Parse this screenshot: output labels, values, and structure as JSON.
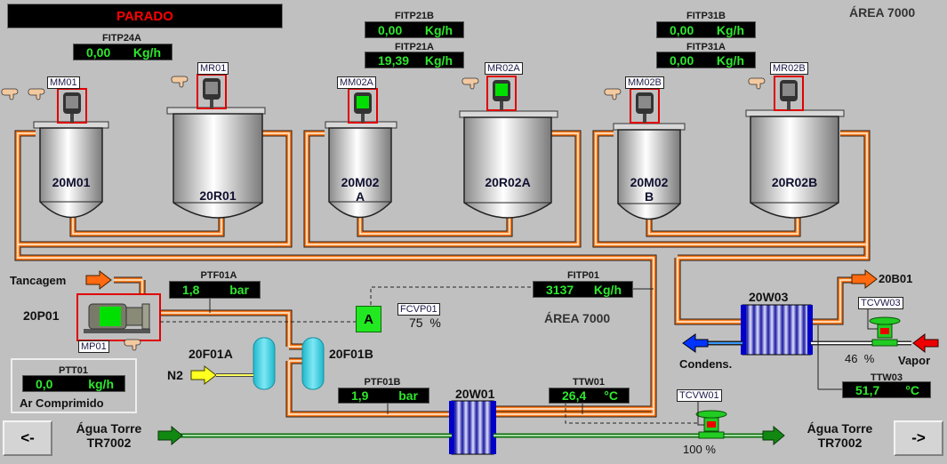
{
  "status": {
    "text": "PARADO",
    "color": "#ff0000"
  },
  "area_title": "ÁREA 7000",
  "area_label_center": "ÁREA 7000",
  "flow_indicators": [
    {
      "tag": "FITP24A",
      "value": "0,00",
      "unit": "Kg/h"
    },
    {
      "tag": "FITP21B",
      "value": "0,00",
      "unit": "Kg/h"
    },
    {
      "tag": "FITP21A",
      "value": "19,39",
      "unit": "Kg/h"
    },
    {
      "tag": "FITP31B",
      "value": "0,00",
      "unit": "Kg/h"
    },
    {
      "tag": "FITP31A",
      "value": "0,00",
      "unit": "Kg/h"
    },
    {
      "tag": "FITP01",
      "value": "3137",
      "unit": "Kg/h"
    }
  ],
  "motors": [
    {
      "tag": "MM01",
      "running": false
    },
    {
      "tag": "MR01",
      "running": false
    },
    {
      "tag": "MM02A",
      "running": true
    },
    {
      "tag": "MR02A",
      "running": true
    },
    {
      "tag": "MM02B",
      "running": false
    },
    {
      "tag": "MR02B",
      "running": false
    }
  ],
  "tanks": [
    {
      "name_line1": "20M01",
      "name_line2": ""
    },
    {
      "name_line1": "20R01",
      "name_line2": ""
    },
    {
      "name_line1": "20M02",
      "name_line2": "A"
    },
    {
      "name_line1": "20R02A",
      "name_line2": ""
    },
    {
      "name_line1": "20M02",
      "name_line2": "B"
    },
    {
      "name_line1": "20R02B",
      "name_line2": ""
    }
  ],
  "pump": {
    "name": "20P01",
    "motor_tag": "MP01",
    "running": true,
    "inlet_label": "Tancagem"
  },
  "pressure": [
    {
      "tag": "PTF01A",
      "value": "1,8",
      "unit": "bar"
    },
    {
      "tag": "PTF01B",
      "value": "1,9",
      "unit": "bar"
    }
  ],
  "control_valve_fcv": {
    "tag": "FCVP01",
    "mode": "A",
    "value": "75",
    "unit": "%"
  },
  "filters": {
    "a": "20F01A",
    "b": "20F01B",
    "gas_inlet": "N2"
  },
  "exchangers": {
    "w01": "20W01",
    "w03": "20W03"
  },
  "temperature": [
    {
      "tag": "TTW01",
      "value": "26,4",
      "unit": "°C"
    },
    {
      "tag": "TTW03",
      "value": "51,7",
      "unit": "°C"
    }
  ],
  "valves": [
    {
      "tag": "TCVW01",
      "value": "100",
      "unit": "%"
    },
    {
      "tag": "TCVW03",
      "value": "46",
      "unit": "%"
    }
  ],
  "streams": {
    "to_20b01": "20B01",
    "condensate": "Condens.",
    "steam": "Vapor",
    "water_in_line1": "Água Torre",
    "water_in_line2": "TR7002",
    "water_out_line1": "Água Torre",
    "water_out_line2": "TR7002"
  },
  "compressed_air": {
    "tag": "PTT01",
    "value": "0,0",
    "unit": "kg/h",
    "label": "Ar Comprimido"
  },
  "nav": {
    "prev": "<-",
    "next": "->"
  },
  "colors": {
    "display_text": "#2ee82e",
    "pipe": "#ff7b1c",
    "motor_on": "#00e000",
    "alarm": "#ff0000"
  }
}
